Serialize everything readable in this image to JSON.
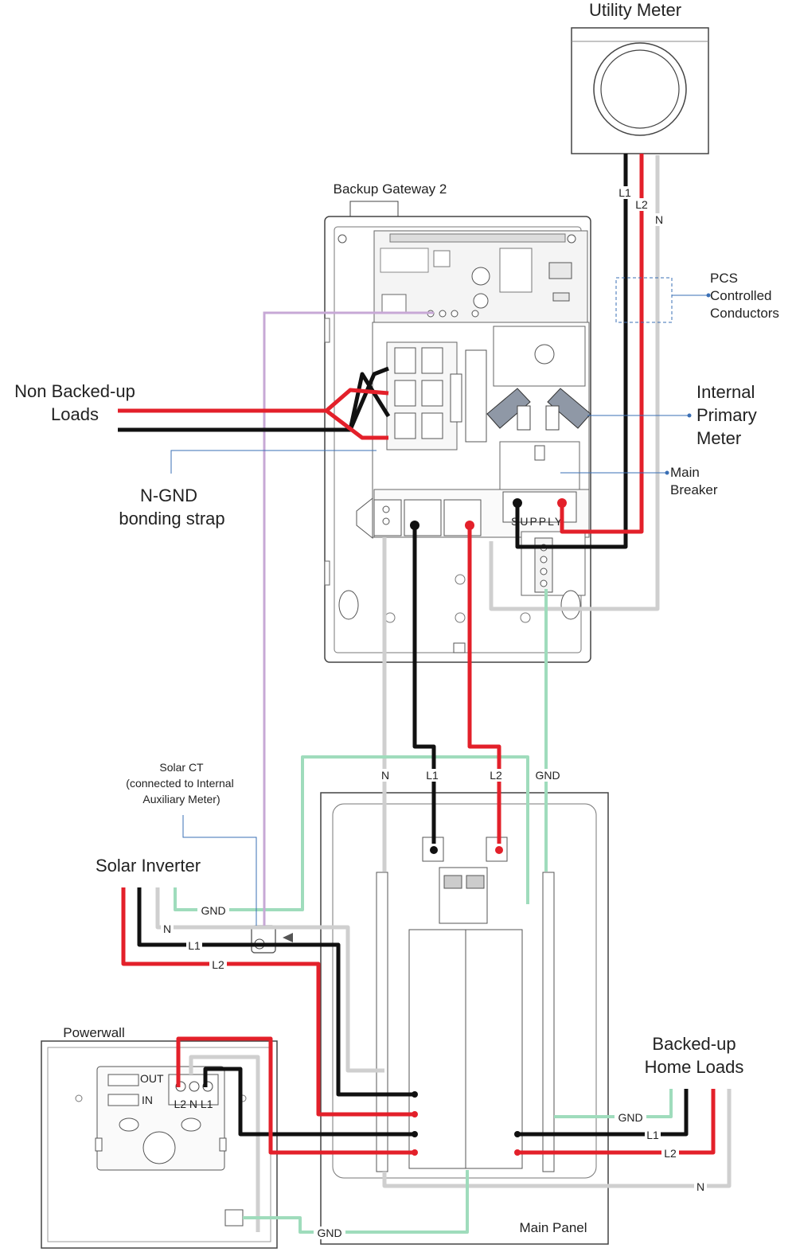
{
  "labels": {
    "utility_meter": "Utility Meter",
    "backup_gateway": "Backup Gateway 2",
    "pcs_1": "PCS",
    "pcs_2": "Controlled",
    "pcs_3": "Conductors",
    "non_backed_1": "Non Backed-up",
    "non_backed_2": "Loads",
    "internal_primary_1": "Internal",
    "internal_primary_2": "Primary",
    "internal_primary_3": "Meter",
    "main_breaker_1": "Main",
    "main_breaker_2": "Breaker",
    "ngnd_1": "N-GND",
    "ngnd_2": "bonding strap",
    "solar_ct_1": "Solar CT",
    "solar_ct_2": "(connected to Internal",
    "solar_ct_3": "Auxiliary Meter)",
    "solar_inverter": "Solar Inverter",
    "powerwall": "Powerwall",
    "backed_up_1": "Backed-up",
    "backed_up_2": "Home Loads",
    "main_panel": "Main Panel",
    "supply": "SUPPLY",
    "pw_out": "OUT",
    "pw_in": "IN",
    "pw_terminals": "L2 N L1"
  },
  "wire_labels": {
    "l1": "L1",
    "l2": "L2",
    "n": "N",
    "gnd": "GND"
  },
  "colors": {
    "line1": "#111111",
    "line2": "#e3202a",
    "neutral": "#cfcfcf",
    "ground": "#9fdcbc",
    "ct_signal": "#c7a8d6",
    "callout": "#3a6fb5",
    "outline": "#333333"
  }
}
